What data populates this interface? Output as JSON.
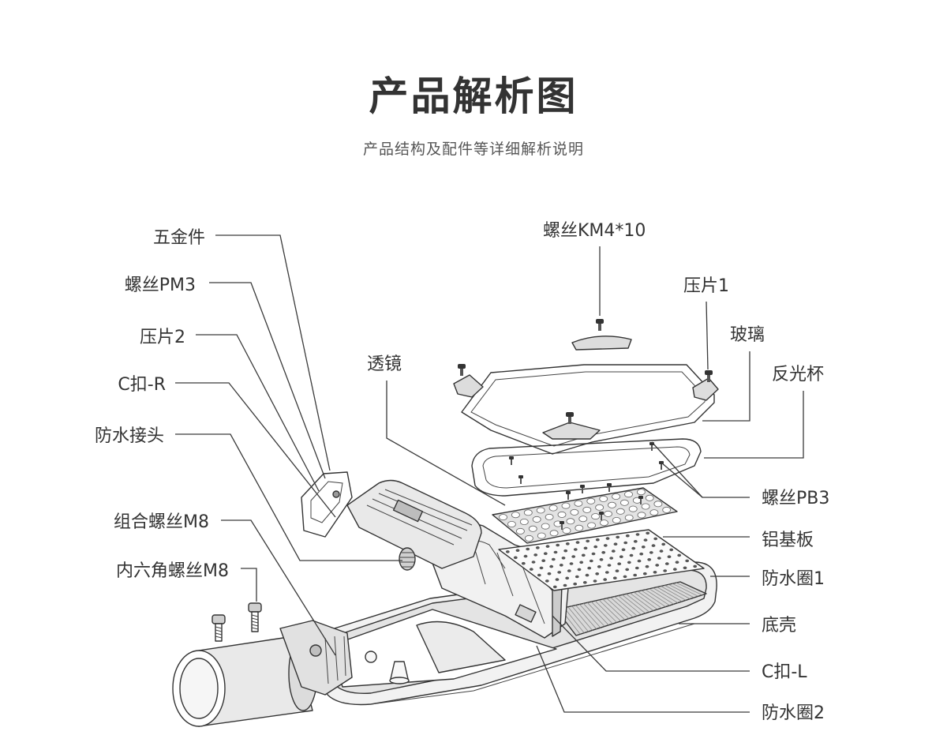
{
  "title": "产品解析图",
  "subtitle": "产品结构及配件等详细解析说明",
  "labels": {
    "hardware": "五金件",
    "screw_pm3": "螺丝PM3",
    "plate_2": "压片2",
    "clip_r": "C扣-R",
    "waterproof_joint": "防水接头",
    "combo_screw_m8": "组合螺丝M8",
    "hex_screw_m8": "内六角螺丝M8",
    "screw_km4": "螺丝KM4*10",
    "plate_1": "压片1",
    "glass": "玻璃",
    "reflector": "反光杯",
    "lens": "透镜",
    "screw_pb3": "螺丝PB3",
    "aluminum_board": "铝基板",
    "seal_1": "防水圈1",
    "bottom_shell": "底壳",
    "clip_l": "C扣-L",
    "seal_2": "防水圈2"
  },
  "colors": {
    "text": "#333333",
    "subtitle": "#555555",
    "line": "#3a3a3a",
    "background": "#ffffff"
  }
}
